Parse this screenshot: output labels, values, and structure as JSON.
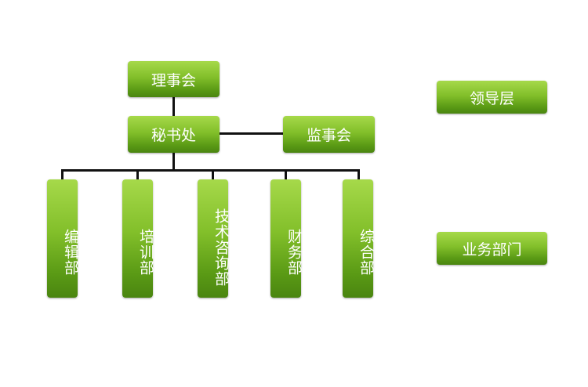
{
  "org_chart": {
    "top": "理事会",
    "secretariat": "秘书处",
    "supervisory": "监事会",
    "departments": [
      "编辑部",
      "培训部",
      "技术咨询部",
      "财务部",
      "综合部"
    ]
  },
  "legend": {
    "leadership": "领导层",
    "business": "业务部门"
  },
  "colors": {
    "box_top": "#a6d94a",
    "box_bottom": "#4a8510",
    "text": "#ffffff",
    "connector": "#111111"
  }
}
